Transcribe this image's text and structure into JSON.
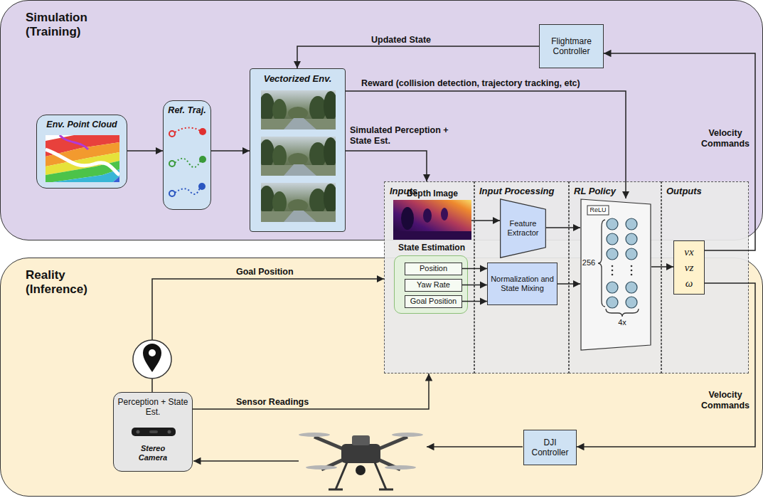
{
  "diagram": {
    "nodes": [
      {
        "text": [
          "Simulation (Training)"
        ]
      },
      {
        "text": [
          "Flightmare Controller"
        ],
        "in": 0
      },
      {
        "text": [
          "Env. Point Cloud"
        ],
        "in": 0
      },
      {
        "text": [
          "Ref. Traj."
        ],
        "in": 0
      },
      {
        "text": [
          "Vectorized Env."
        ],
        "in": 0
      },
      {
        "text": [
          "Inputs"
        ]
      },
      {
        "text": [
          "Depth Image"
        ],
        "in": 5
      },
      {
        "text": [
          "State Estimation"
        ],
        "in": 5
      },
      {
        "text": [
          "Position"
        ],
        "in": 7
      },
      {
        "text": [
          "Yaw Rate"
        ],
        "in": 7
      },
      {
        "text": [
          "Goal Position"
        ],
        "in": 7
      },
      {
        "text": [
          "Input Processing"
        ]
      },
      {
        "text": [
          "Feature Extractor"
        ],
        "in": 11
      },
      {
        "text": [
          "Normalization and State Mixing"
        ],
        "in": 11
      },
      {
        "text": [
          "RL Policy"
        ]
      },
      {
        "text": [
          "ReLU",
          "256",
          "4x"
        ],
        "in": 14
      },
      {
        "text": [
          "Outputs"
        ]
      },
      {
        "text": [
          "vx",
          "vz",
          "ω"
        ],
        "in": 16
      },
      {
        "text": [
          "Reality (Inference)"
        ]
      },
      {
        "text": [
          "Perception + State Est.",
          "Stereo Camera"
        ],
        "in": 18
      },
      {
        "text": [
          "DJI Controller"
        ],
        "in": 18
      }
    ],
    "edges": [
      {
        "from": 1,
        "to": 4,
        "arrow": "to",
        "label": "Updated State"
      },
      {
        "from": 2,
        "to": 3,
        "arrow": "to"
      },
      {
        "from": 3,
        "to": 4,
        "arrow": "to"
      },
      {
        "from": 4,
        "to": 15,
        "arrow": "to",
        "label": "Reward (collision detection, trajectory tracking, etc)"
      },
      {
        "from": 4,
        "to": 5,
        "arrow": "to",
        "label": "Simulated Perception + State Est."
      },
      {
        "from": 6,
        "to": 12,
        "arrow": "to"
      },
      {
        "from": 8,
        "to": 13,
        "arrow": "to"
      },
      {
        "from": 9,
        "to": 13,
        "arrow": "to"
      },
      {
        "from": 10,
        "to": 13,
        "arrow": "to"
      },
      {
        "from": 12,
        "to": 15,
        "arrow": "to"
      },
      {
        "from": 13,
        "to": 15,
        "arrow": "to"
      },
      {
        "from": 15,
        "to": 17,
        "arrow": "to"
      },
      {
        "from": 17,
        "to": 1,
        "arrow": "to",
        "label": "Velocity Commands"
      },
      {
        "from": 17,
        "to": 20,
        "arrow": "to",
        "label": "Velocity Commands"
      },
      {
        "from": 19,
        "to": 5,
        "arrow": "to",
        "label": "Sensor Readings"
      },
      {
        "from": 19,
        "to": 5,
        "arrow": "to",
        "label": "Goal Position"
      }
    ]
  }
}
